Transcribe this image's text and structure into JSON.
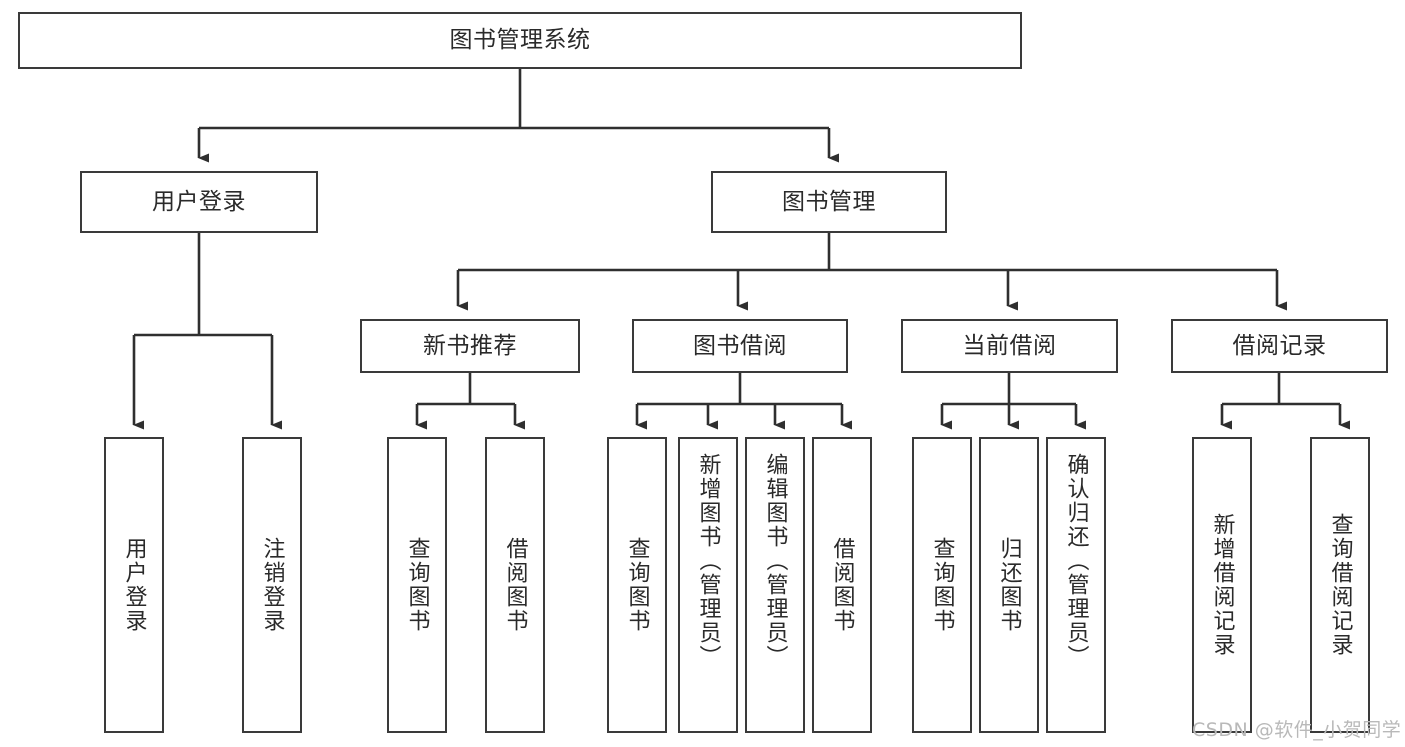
{
  "diagram": {
    "title": "图书管理系统",
    "type": "tree-hierarchy-diagram",
    "colors": {
      "box_border": "#3a3a3a",
      "box_fill": "#ffffff",
      "connector": "#2f2f2f",
      "text": "#2a2a2a",
      "watermark": "#b9b9b9",
      "background": "#ffffff"
    },
    "root": {
      "label": "图书管理系统"
    },
    "level2": [
      {
        "label": "用户登录"
      },
      {
        "label": "图书管理"
      }
    ],
    "level3": [
      {
        "label": "新书推荐"
      },
      {
        "label": "图书借阅"
      },
      {
        "label": "当前借阅"
      },
      {
        "label": "借阅记录"
      }
    ],
    "leaves": {
      "user_login": [
        {
          "label": "用户登录"
        },
        {
          "label": "注销登录"
        }
      ],
      "new_book_recommend": [
        {
          "label": "查询图书"
        },
        {
          "label": "借阅图书"
        }
      ],
      "book_borrow": [
        {
          "label": "查询图书"
        },
        {
          "label": "新增图书（管理员）"
        },
        {
          "label": "编辑图书（管理员）"
        },
        {
          "label": "借阅图书"
        }
      ],
      "current_borrow": [
        {
          "label": "查询图书"
        },
        {
          "label": "归还图书"
        },
        {
          "label": "确认归还（管理员）"
        }
      ],
      "borrow_record": [
        {
          "label": "新增借阅记录"
        },
        {
          "label": "查询借阅记录"
        }
      ]
    }
  },
  "watermark": {
    "text": "CSDN @软件_小贺同学"
  }
}
